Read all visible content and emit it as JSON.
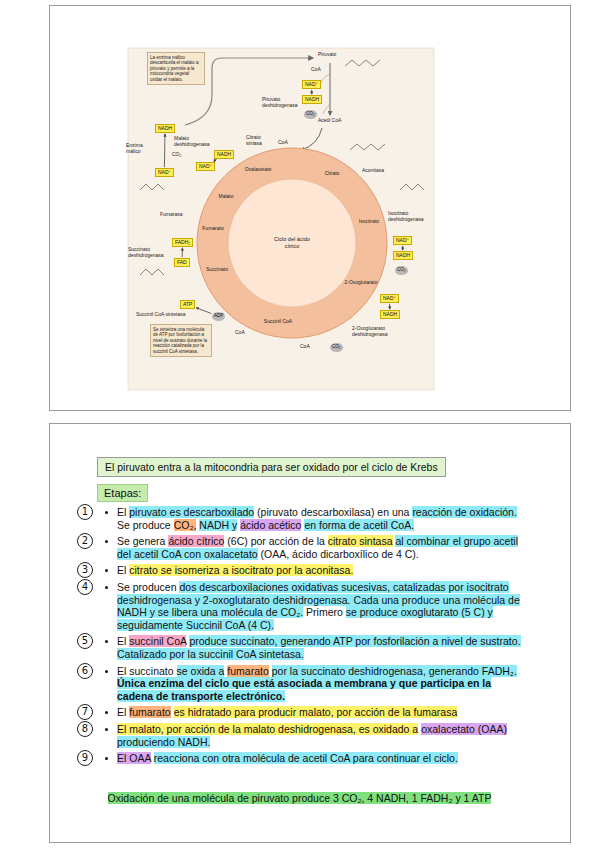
{
  "diagram": {
    "nodes": [
      {
        "text": [
          "La enzima málico descarboxila el malato a piruvato y permite a la mitocondria vegetal oxidar el malato."
        ]
      },
      {
        "text": [
          "Ciclo del ácido cítrico"
        ]
      },
      {
        "text": [
          "NAD⁺"
        ]
      },
      {
        "text": [
          "NADH"
        ]
      },
      {
        "text": [
          "CO₂"
        ]
      },
      {
        "text": [
          "NAD⁺"
        ]
      },
      {
        "text": [
          "NADH"
        ]
      },
      {
        "text": [
          "CO₂"
        ]
      },
      {
        "text": [
          "NAD⁺"
        ]
      },
      {
        "text": [
          "NADH"
        ]
      },
      {
        "text": [
          "CO₂"
        ]
      },
      {
        "text": [
          "ATP"
        ]
      },
      {
        "text": [
          "ADP"
        ]
      },
      {
        "text": [
          "FADH₂"
        ]
      },
      {
        "text": [
          "FAD"
        ]
      },
      {
        "text": [
          "NADH"
        ]
      },
      {
        "text": [
          "NAD⁺"
        ]
      },
      {
        "text": [
          "NADH"
        ]
      },
      {
        "text": [
          "NAD⁺"
        ]
      },
      {
        "text": [
          "Se sintetiza una molécula de ATP por fosforilación a nivel de sustrato durante la reacción catalizada por la succinil CoA sintetasa."
        ]
      },
      {
        "text": [
          "El piruvato entra a la mitocondria para ser oxidado por el ciclo de Krebs"
        ]
      },
      {
        "text": [
          "Etapas:"
        ]
      }
    ],
    "edges": [
      {
        "from": 2,
        "to": 3,
        "arrow": "to"
      },
      {
        "from": 5,
        "to": 6,
        "arrow": "to"
      },
      {
        "from": 8,
        "to": 9,
        "arrow": "to"
      },
      {
        "from": 12,
        "to": 11,
        "arrow": "to"
      },
      {
        "from": 14,
        "to": 13,
        "arrow": "to"
      },
      {
        "from": 16,
        "to": 15,
        "arrow": "to"
      },
      {
        "from": 18,
        "to": 17,
        "arrow": "to"
      }
    ],
    "labels": [
      "Piruvato",
      "Piruvato deshidrogenasa",
      "CoA",
      "Acetil CoA",
      "Citrato sintasa",
      "CoA",
      "Citrato",
      "Aconitasa",
      "Isocitrato",
      "Isocitrato deshidrogenasa",
      "2-Oxoglutarato",
      "CoA",
      "2-Oxoglutarato deshidrogenasa",
      "Succinil CoA",
      "Succinil CoA sintetasa",
      "CoA",
      "Succinato",
      "Succinato deshidrogenasa",
      "Fumarato",
      "Fumarasa",
      "Malato",
      "Malato deshidrogenasa",
      "Oxalacetato",
      "Enzima málico",
      "CO₂",
      "1",
      "El",
      "piruvato es descarboxilado",
      "(piruvato descarboxilasa) en una",
      "reacción de oxidación.",
      "Se produce",
      "CO₂,",
      "NADH y",
      "ácido acético",
      "en forma de acetil CoA.",
      "2",
      "Se genera",
      "ácido cítrico",
      "(6C) por acción de la",
      "citrato sintasa",
      "al combinar el grupo acetil del acetil CoA con oxalacetato",
      "(OAA, ácido dicarboxílico de 4 C).",
      "3",
      "El",
      "citrato se isomeriza a isocitrato por la aconitasa.",
      "4",
      "Se producen",
      "dos descarboxilaciones oxidativas sucesivas, catalizadas por isocitrato deshidrogenasa y 2-oxoglutarato deshidrogenasa. Cada una produce una molécula de NADH y se libera una molécula de CO₂.",
      "Primero",
      "se produce oxoglutarato (5 C) y seguidamente Succinil CoA (4 C).",
      "5",
      "El",
      "succinil CoA",
      "produce succinato, generando ATP por fosforilación a nivel de sustrato. Catalizado por la succinil CoA sintetasa.",
      "6",
      "El succinato",
      "se oxida a",
      "fumarato",
      "por la succinato deshidrogenasa, generando FADH₂.",
      "Única enzima del ciclo que está asociada a membrana y que participa en la cadena de transporte electrónico.",
      "7",
      "El",
      "fumarato",
      "es hidratado para producir malato, por acción de la fumarasa",
      "8",
      "El malato, por acción de la malato deshidrogenasa, es oxidado a",
      "oxalacetato (OAA)",
      "produciendo NADH.",
      "9",
      "El OAA",
      "reacciona con otra molécula de acetil CoA para continuar el ciclo.",
      "Oxidación de una molécula de piruvato produce 3 CO₂, 4 NADH, 1 FADH₂ y 1 ATP"
    ]
  }
}
